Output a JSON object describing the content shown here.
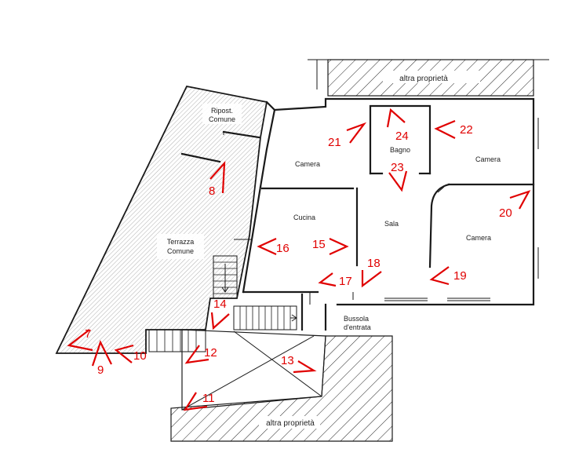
{
  "rooms": {
    "ripostiglio_line1": "Ripost.",
    "ripostiglio_line2": "Comune",
    "terrazza_line1": "Terrazza",
    "terrazza_line2": "Comune",
    "camera_left": "Camera",
    "bagno": "Bagno",
    "camera_right": "Camera",
    "cucina": "Cucina",
    "sala": "Sala",
    "camera_bottom": "Camera",
    "bussola_line1": "Bussola",
    "bussola_line2": "d'entrata",
    "altra_top": "altra proprietà",
    "altra_bottom": "altra proprietà"
  },
  "viewpoints": {
    "v7": "7",
    "v8": "8",
    "v9": "9",
    "v10": "10",
    "v11": "11",
    "v12": "12",
    "v13": "13",
    "v14": "14",
    "v15": "15",
    "v16": "16",
    "v17": "17",
    "v18": "18",
    "v19": "19",
    "v20": "20",
    "v21": "21",
    "v22": "22",
    "v23": "23",
    "v24": "24"
  },
  "colors": {
    "walls": "#1a1a1a",
    "markers": "#e00000",
    "hatch": "#555555"
  }
}
